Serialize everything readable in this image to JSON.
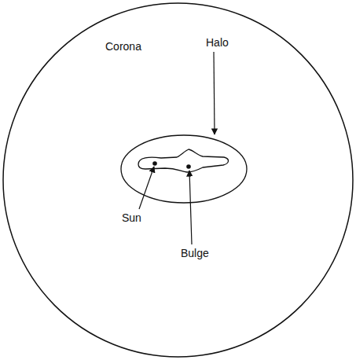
{
  "diagram": {
    "nodes": [
      {
        "text": [
          "Corona"
        ]
      }
    ],
    "labels": [
      "Halo",
      "Sun",
      "Bulge"
    ]
  }
}
